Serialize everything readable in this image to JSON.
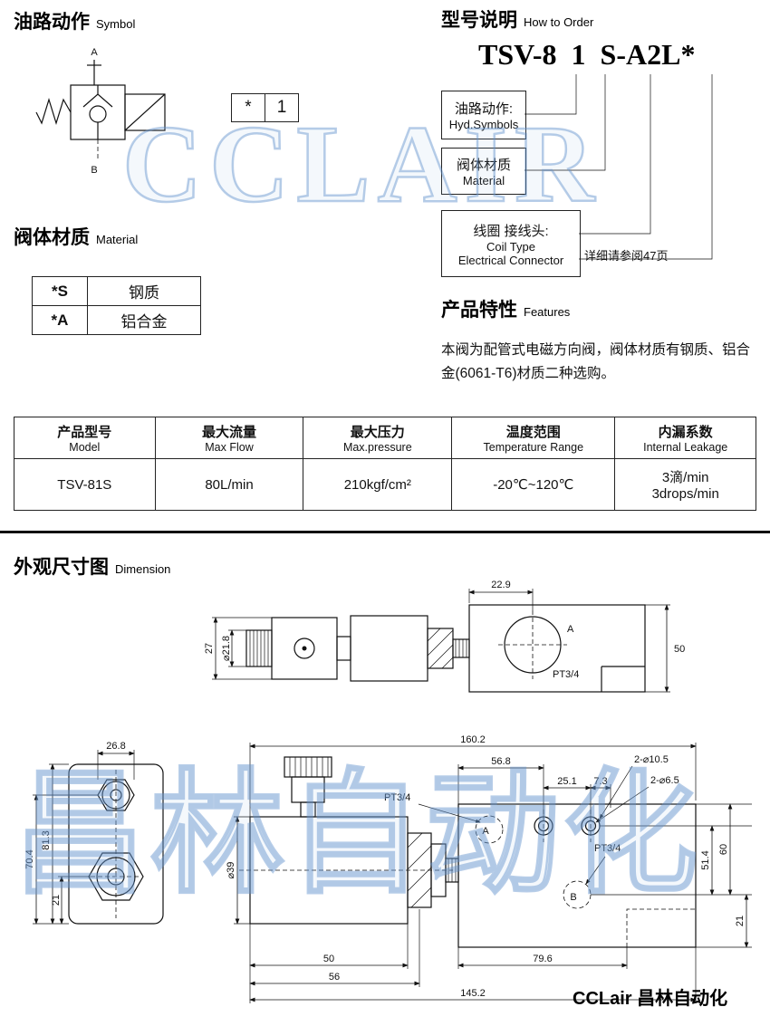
{
  "watermarks": {
    "main": "CCLAIR",
    "bottom": "昌林自动化"
  },
  "symbol_section": {
    "title": "油路动作",
    "subtitle": "Symbol",
    "port_top": "A",
    "port_bottom": "B",
    "code_cells": [
      "*",
      "1"
    ]
  },
  "order_section": {
    "title": "型号说明",
    "subtitle": "How to Order",
    "code_parts": [
      "TSV-8",
      "1",
      "S-A2L*"
    ],
    "boxes": [
      {
        "lines": [
          "油路动作:",
          "Hyd.Symbols"
        ]
      },
      {
        "lines": [
          "阀体材质",
          "Material"
        ]
      },
      {
        "lines": [
          "线圈 接线头:",
          "Coil Type",
          "Electrical Connector"
        ]
      }
    ],
    "note": "详细请参阅47页"
  },
  "material_section": {
    "title": "阀体材质",
    "subtitle": "Material",
    "rows": [
      {
        "code": "*S",
        "name": "钢质"
      },
      {
        "code": "*A",
        "name": "铝合金"
      }
    ]
  },
  "features_section": {
    "title": "产品特性",
    "subtitle": "Features",
    "text": "本阀为配管式电磁方向阀，阀体材质有钢质、铝合金(6061-T6)材质二种选购。"
  },
  "spec_table": {
    "headers": [
      {
        "cn": "产品型号",
        "en": "Model"
      },
      {
        "cn": "最大流量",
        "en": "Max Flow"
      },
      {
        "cn": "最大压力",
        "en": "Max.pressure"
      },
      {
        "cn": "温度范围",
        "en": "Temperature Range"
      },
      {
        "cn": "内漏系数",
        "en": "Internal Leakage"
      }
    ],
    "row": {
      "model": "TSV-81S",
      "flow": "80L/min",
      "pressure": "210kgf/cm²",
      "temp": "-20℃~120℃",
      "leakage_cn": "3滴/min",
      "leakage_en": "3drops/min"
    }
  },
  "dimension_section": {
    "title": "外观尺寸图",
    "subtitle": "Dimension",
    "top_view": {
      "w_port": "22.9",
      "h_block": "50",
      "h_connector": "27",
      "dia_knurl": "⌀21.8",
      "port_label": "A",
      "thread": "PT3/4"
    },
    "front_view": {
      "w_top": "26.8",
      "h_total": "81.3",
      "h_center": "70.4",
      "h_port": "21"
    },
    "side_view": {
      "total_len": "160.2",
      "hole_offset": "56.8",
      "hole_pitch": "25.1",
      "edge_offset": "7.3",
      "holes_cbore": "2-⌀10.5",
      "holes_thru": "2-⌀6.5",
      "thread_a": "PT3/4",
      "port_a": "A",
      "thread_b": "PT3/4",
      "port_b": "B",
      "coil_dia": "⌀39",
      "coil_len": "50",
      "coil_len2": "56",
      "block_len": "79.6",
      "base_len": "145.2",
      "h_51_4": "51.4",
      "h_60": "60",
      "h_21": "21"
    }
  },
  "footer": {
    "brand": "CCLair 昌林自动化"
  }
}
